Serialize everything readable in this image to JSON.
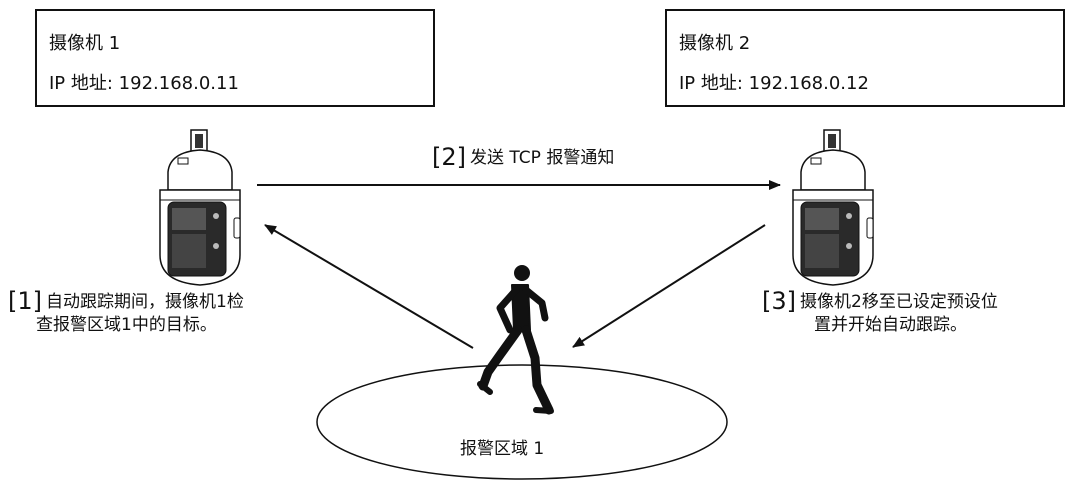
{
  "camera1": {
    "title": "摄像机 1",
    "ip": "IP 地址: 192.168.0.11"
  },
  "camera2": {
    "title": "摄像机 2",
    "ip": "IP 地址: 192.168.0.12"
  },
  "steps": [
    {
      "num": "[1]",
      "line1": "自动跟踪期间，摄像机1检",
      "line2": "查报警区域1中的目标。"
    },
    {
      "num": "[2]",
      "text": "发送 TCP 报警通知"
    },
    {
      "num": "[3]",
      "line1": "摄像机2移至已设定预设位",
      "line2": "置并开始自动跟踪。"
    }
  ],
  "alarm_zone": {
    "label": "报警区域 1"
  },
  "icons": [
    "ptz-camera-icon",
    "ptz-camera-icon",
    "running-person-icon"
  ]
}
